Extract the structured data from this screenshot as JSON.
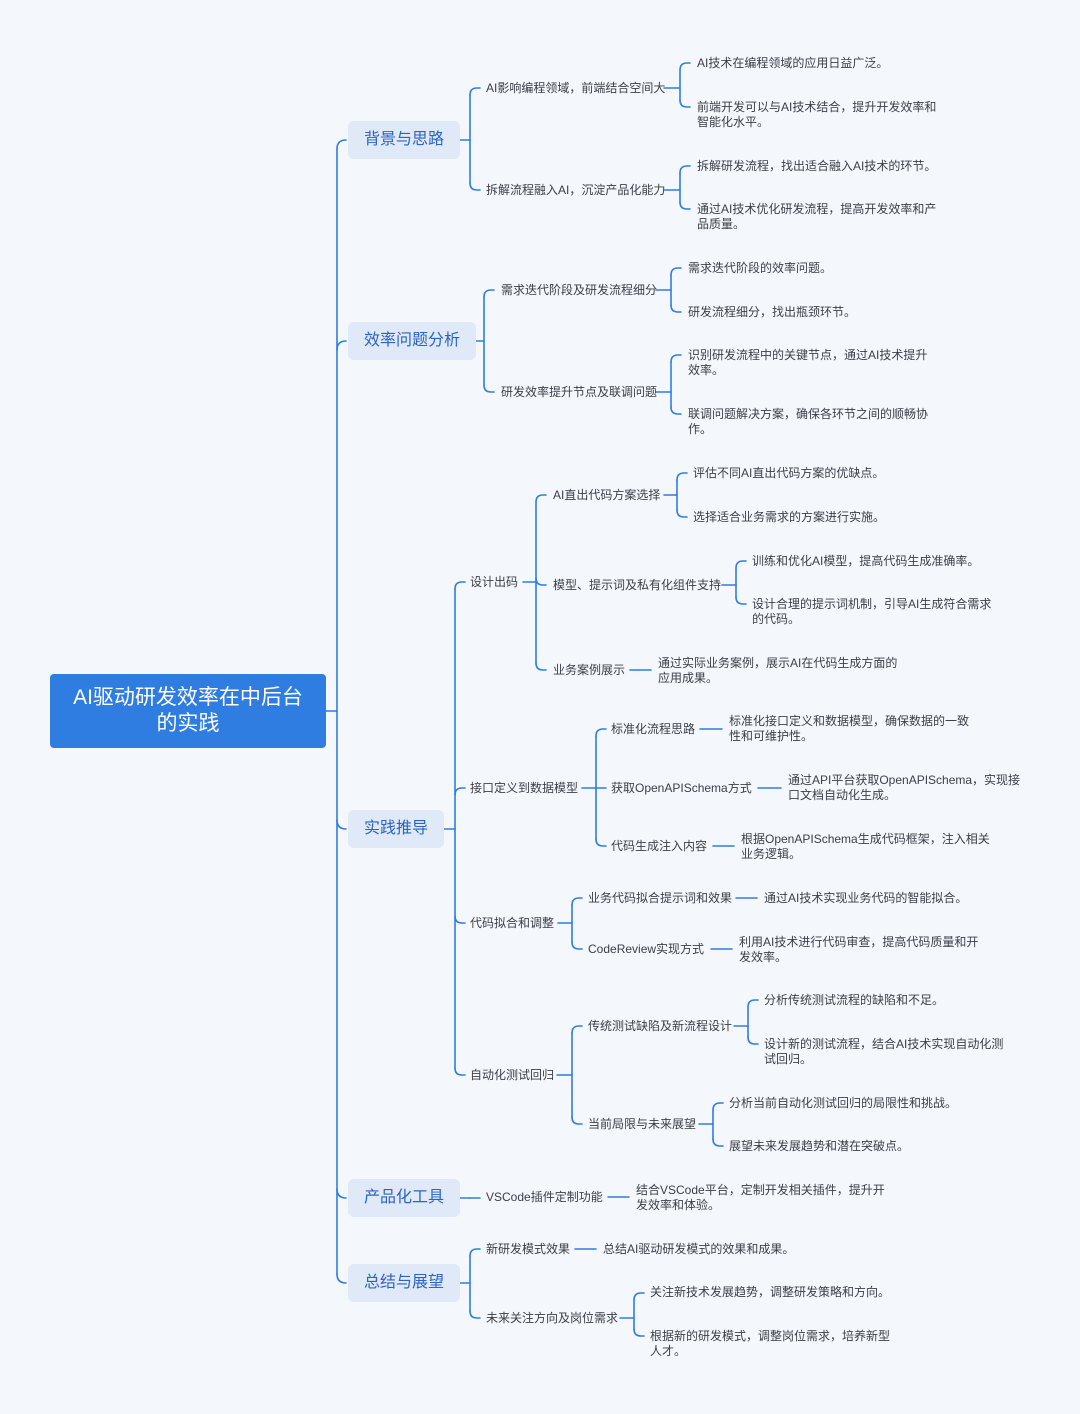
{
  "root": "AI驱动研发效率在中后台的实践",
  "colors": {
    "line": "#2f7de1",
    "root_bg": "#2f7de1",
    "l1_bg": "#dfe9f7",
    "l1_text": "#2b64c4",
    "text": "#3b3f47",
    "background": "#f4f7fb"
  },
  "branches": [
    {
      "label": "背景与思路",
      "children": [
        {
          "label": "AI影响编程领域，前端结合空间大",
          "children": [
            {
              "label": "AI技术在编程领域的应用日益广泛。"
            },
            {
              "label": "前端开发可以与AI技术结合，提升开发效率和智能化水平。"
            }
          ]
        },
        {
          "label": "拆解流程融入AI，沉淀产品化能力",
          "children": [
            {
              "label": "拆解研发流程，找出适合融入AI技术的环节。"
            },
            {
              "label": "通过AI技术优化研发流程，提高开发效率和产品质量。"
            }
          ]
        }
      ]
    },
    {
      "label": "效率问题分析",
      "children": [
        {
          "label": "需求迭代阶段及研发流程细分",
          "children": [
            {
              "label": "需求迭代阶段的效率问题。"
            },
            {
              "label": "研发流程细分，找出瓶颈环节。"
            }
          ]
        },
        {
          "label": "研发效率提升节点及联调问题",
          "children": [
            {
              "label": "识别研发流程中的关键节点，通过AI技术提升效率。"
            },
            {
              "label": "联调问题解决方案，确保各环节之间的顺畅协作。"
            }
          ]
        }
      ]
    },
    {
      "label": "实践推导",
      "children": [
        {
          "label": "设计出码",
          "children": [
            {
              "label": "AI直出代码方案选择",
              "children": [
                {
                  "label": "评估不同AI直出代码方案的优缺点。"
                },
                {
                  "label": "选择适合业务需求的方案进行实施。"
                }
              ]
            },
            {
              "label": "模型、提示词及私有化组件支持",
              "children": [
                {
                  "label": "训练和优化AI模型，提高代码生成准确率。"
                },
                {
                  "label": "设计合理的提示词机制，引导AI生成符合需求的代码。"
                }
              ]
            },
            {
              "label": "业务案例展示",
              "children": [
                {
                  "label": "通过实际业务案例，展示AI在代码生成方面的应用成果。"
                }
              ]
            }
          ]
        },
        {
          "label": "接口定义到数据模型",
          "children": [
            {
              "label": "标准化流程思路",
              "children": [
                {
                  "label": "标准化接口定义和数据模型，确保数据的一致性和可维护性。"
                }
              ]
            },
            {
              "label": "获取OpenAPISchema方式",
              "children": [
                {
                  "label": "通过API平台获取OpenAPISchema，实现接口文档自动化生成。"
                }
              ]
            },
            {
              "label": "代码生成注入内容",
              "children": [
                {
                  "label": "根据OpenAPISchema生成代码框架，注入相关业务逻辑。"
                }
              ]
            }
          ]
        },
        {
          "label": "代码拟合和调整",
          "children": [
            {
              "label": "业务代码拟合提示词和效果",
              "children": [
                {
                  "label": "通过AI技术实现业务代码的智能拟合。"
                }
              ]
            },
            {
              "label": "CodeReview实现方式",
              "children": [
                {
                  "label": "利用AI技术进行代码审查，提高代码质量和开发效率。"
                }
              ]
            }
          ]
        },
        {
          "label": "自动化测试回归",
          "children": [
            {
              "label": "传统测试缺陷及新流程设计",
              "children": [
                {
                  "label": "分析传统测试流程的缺陷和不足。"
                },
                {
                  "label": "设计新的测试流程，结合AI技术实现自动化测试回归。"
                }
              ]
            },
            {
              "label": "当前局限与未来展望",
              "children": [
                {
                  "label": "分析当前自动化测试回归的局限性和挑战。"
                },
                {
                  "label": "展望未来发展趋势和潜在突破点。"
                }
              ]
            }
          ]
        }
      ]
    },
    {
      "label": "产品化工具",
      "children": [
        {
          "label": "VSCode插件定制功能",
          "children": [
            {
              "label": "结合VSCode平台，定制开发相关插件，提升开发效率和体验。"
            }
          ]
        }
      ]
    },
    {
      "label": "总结与展望",
      "children": [
        {
          "label": "新研发模式效果",
          "children": [
            {
              "label": "总结AI驱动研发模式的效果和成果。"
            }
          ]
        },
        {
          "label": "未来关注方向及岗位需求",
          "children": [
            {
              "label": "关注新技术发展趋势，调整研发策略和方向。"
            },
            {
              "label": "根据新的研发模式，调整岗位需求，培养新型人才。"
            }
          ]
        }
      ]
    }
  ]
}
